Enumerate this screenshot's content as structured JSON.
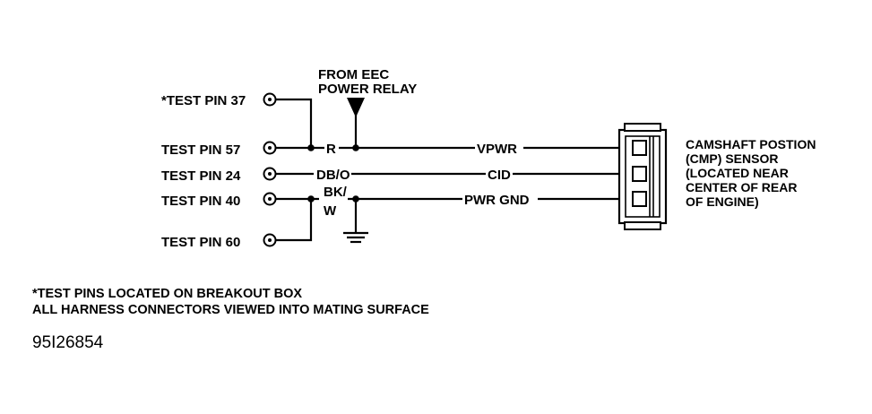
{
  "relay": {
    "line1": "FROM EEC",
    "line2": "POWER RELAY"
  },
  "pins": {
    "pin37": "*TEST PIN 37",
    "pin57": "TEST PIN 57",
    "pin24": "TEST PIN 24",
    "pin40": "TEST PIN 40",
    "pin60": "TEST PIN 60"
  },
  "wires": {
    "color_r": "R",
    "color_dbo": "DB/O",
    "color_bk_line1": "BK/",
    "color_bk_line2": "W",
    "vpwr": "VPWR",
    "cid": "CID",
    "pwr_gnd": "PWR GND"
  },
  "sensor": {
    "line1": "CAMSHAFT POSTION",
    "line2": "(CMP) SENSOR",
    "line3": "(LOCATED NEAR",
    "line4": "CENTER OF REAR",
    "line5": "OF ENGINE)"
  },
  "notes": {
    "line1": "*TEST PINS LOCATED ON BREAKOUT BOX",
    "line2": "ALL HARNESS CONNECTORS VIEWED INTO MATING SURFACE"
  },
  "figure_code": "95I26854"
}
